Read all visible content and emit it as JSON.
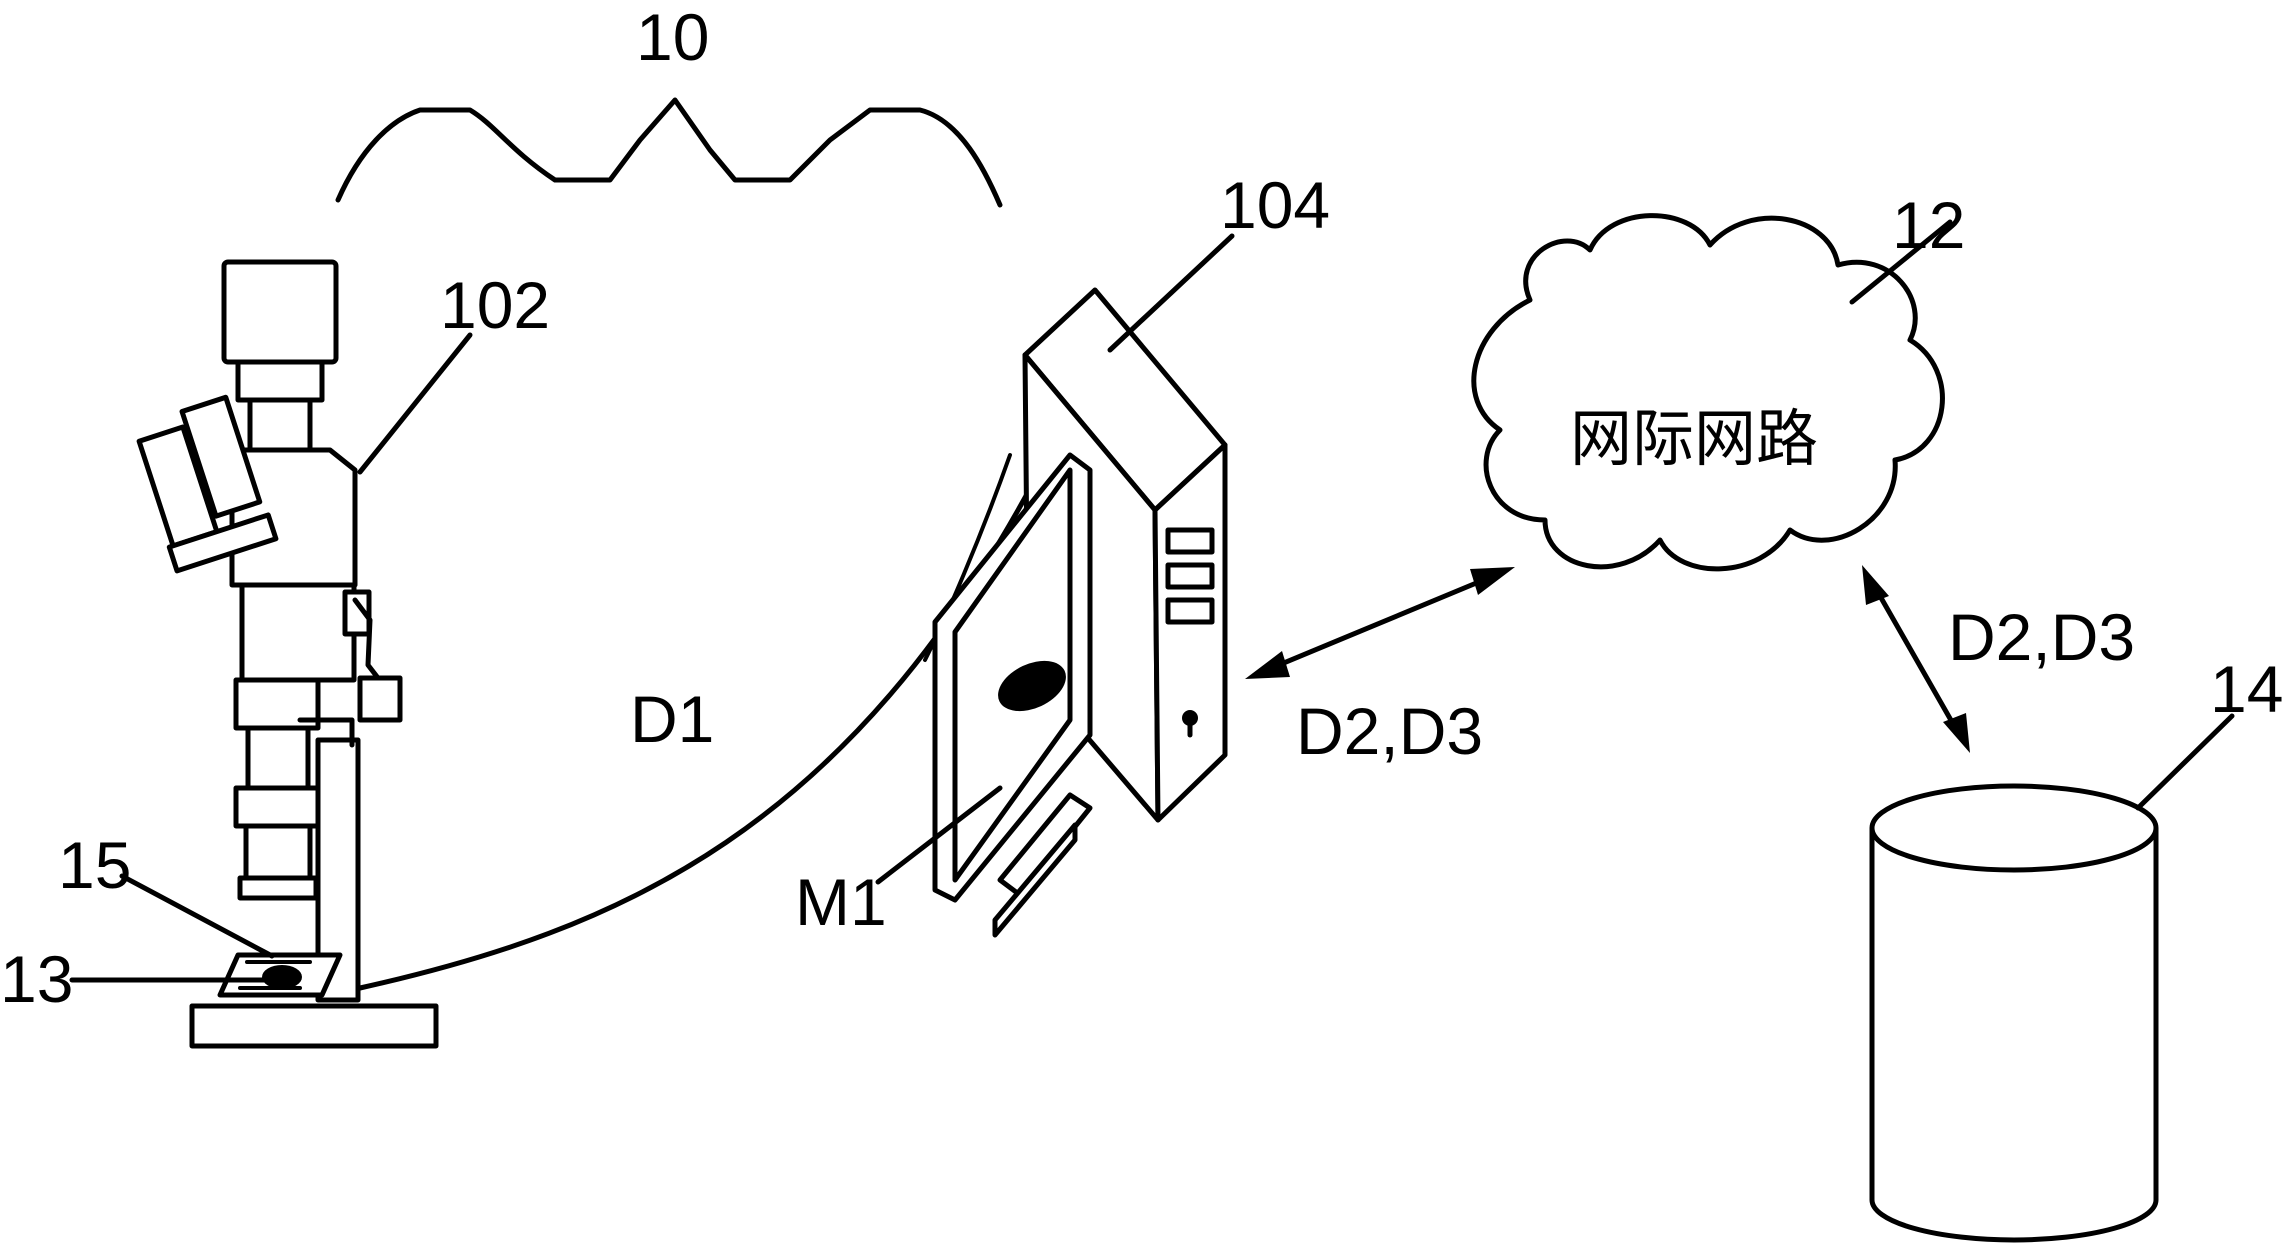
{
  "labels": {
    "system": "10",
    "microscope": "102",
    "computer": "104",
    "network": "12",
    "database": "14",
    "slide": "15",
    "sample": "13",
    "image": "M1",
    "link_microscope_computer": "D1",
    "link_computer_network": "D2,D3",
    "link_network_database": "D2,D3",
    "network_text": "网际网路"
  },
  "icons": [
    "microscope-icon",
    "computer-icon",
    "monitor-icon",
    "cloud-icon",
    "database-cylinder-icon"
  ]
}
